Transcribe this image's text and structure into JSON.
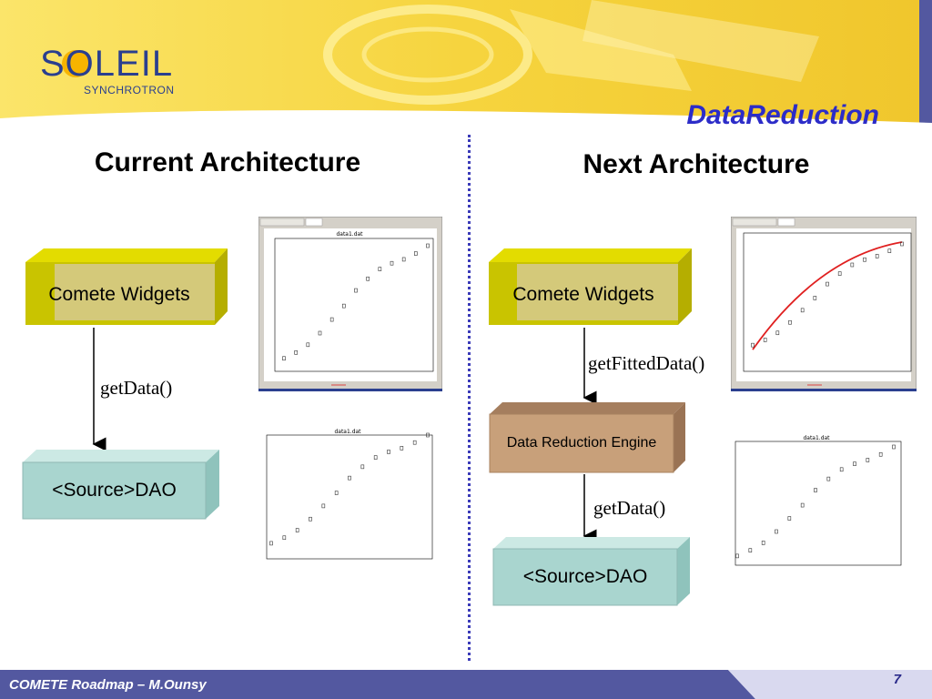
{
  "header": {
    "logo": "SOLEIL",
    "logo_sub": "SYNCHROTRON",
    "slide_title": "DataReduction"
  },
  "columns": {
    "left_title": "Current Architecture",
    "right_title": "Next Architecture"
  },
  "left": {
    "widget_box": "Comete Widgets",
    "arrow_label": "getData()",
    "dao_box": "<Source>DAO"
  },
  "right": {
    "widget_box": "Comete Widgets",
    "arrow1_label": "getFittedData()",
    "engine_box": "Data Reduction Engine",
    "arrow2_label": "getData()",
    "dao_box": "<Source>DAO"
  },
  "plots": {
    "title": "data1.dat",
    "points_y": [
      0.1,
      0.25,
      0.45,
      0.75,
      1.1,
      1.45,
      1.85,
      2.15,
      2.4,
      2.55,
      2.65,
      2.8,
      3.0
    ]
  },
  "footer": {
    "text": "COMETE Roadmap – M.Ounsy",
    "page": "7"
  },
  "colors": {
    "banner": "#f5d94a",
    "footer": "#5358a0",
    "widget_front": "#c9c400",
    "widget_face": "#d4c97a",
    "dao": "#a9d5cf",
    "engine": "#c8a07a",
    "fit_line": "#e02020",
    "divider": "#3b3bb8"
  }
}
